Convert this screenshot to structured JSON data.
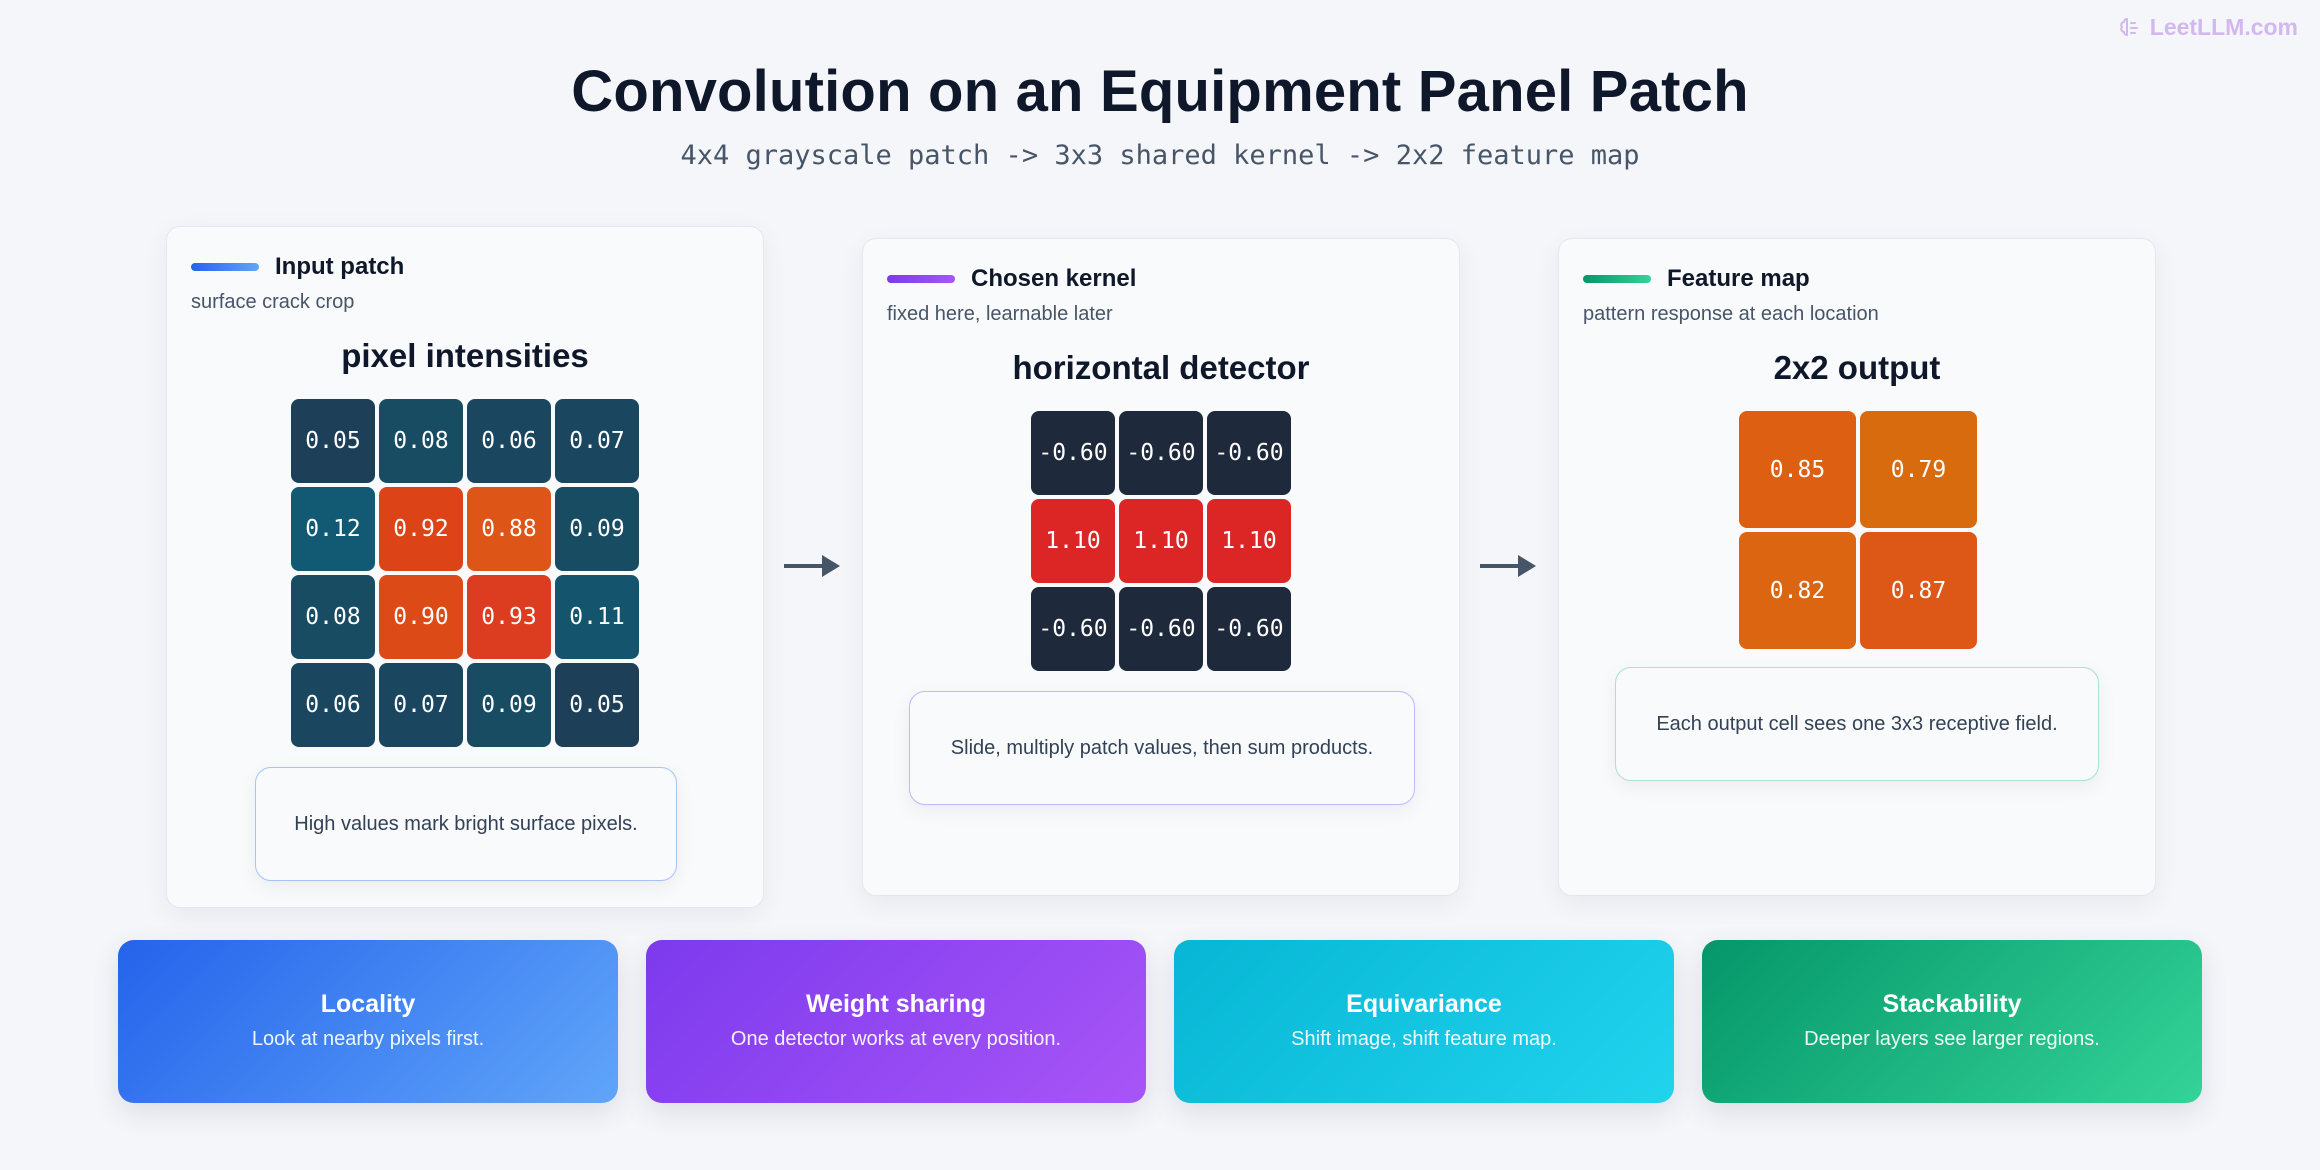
{
  "brand": "LeetLLM.com",
  "title": "Convolution on an Equipment Panel Patch",
  "subtitle": "4x4 grayscale patch -> 3x3 shared kernel -> 2x2 feature map",
  "panels": [
    {
      "title": "Input patch",
      "subtitle": "surface crack crop",
      "grid_title": "pixel intensities",
      "note": "High values mark bright surface pixels.",
      "accent": "#3b82f6",
      "note_border": "#a5c3f5",
      "cells": [
        {
          "value": "0.05",
          "color": "#1d3f57"
        },
        {
          "value": "0.08",
          "color": "#174c63"
        },
        {
          "value": "0.06",
          "color": "#1a4660"
        },
        {
          "value": "0.07",
          "color": "#1a4660"
        },
        {
          "value": "0.12",
          "color": "#125a74"
        },
        {
          "value": "0.92",
          "color": "#dc4418"
        },
        {
          "value": "0.88",
          "color": "#dd5618"
        },
        {
          "value": "0.09",
          "color": "#174c63"
        },
        {
          "value": "0.08",
          "color": "#174c63"
        },
        {
          "value": "0.90",
          "color": "#dc4a18"
        },
        {
          "value": "0.93",
          "color": "#dc3c1f"
        },
        {
          "value": "0.11",
          "color": "#14546d"
        },
        {
          "value": "0.06",
          "color": "#1a4660"
        },
        {
          "value": "0.07",
          "color": "#1a4660"
        },
        {
          "value": "0.09",
          "color": "#174c63"
        },
        {
          "value": "0.05",
          "color": "#1d3f57"
        }
      ]
    },
    {
      "title": "Chosen kernel",
      "subtitle": "fixed here, learnable later",
      "grid_title": "horizontal detector",
      "note": "Slide, multiply patch values, then sum products.",
      "accent": "#9333ea",
      "note_border": "#c4b5fd",
      "cells": [
        {
          "value": "-0.60",
          "color": "#1e293b"
        },
        {
          "value": "-0.60",
          "color": "#1e293b"
        },
        {
          "value": "-0.60",
          "color": "#1e293b"
        },
        {
          "value": "1.10",
          "color": "#dc2626"
        },
        {
          "value": "1.10",
          "color": "#dc2626"
        },
        {
          "value": "1.10",
          "color": "#dc2626"
        },
        {
          "value": "-0.60",
          "color": "#1e293b"
        },
        {
          "value": "-0.60",
          "color": "#1e293b"
        },
        {
          "value": "-0.60",
          "color": "#1e293b"
        }
      ]
    },
    {
      "title": "Feature map",
      "subtitle": "pattern response at each location",
      "grid_title": "2x2 output",
      "note": "Each output cell sees one 3x3 receptive field.",
      "accent": "#10b981",
      "note_border": "#a7e3cd",
      "cells": [
        {
          "value": "0.85",
          "color": "#dd5f12"
        },
        {
          "value": "0.79",
          "color": "#d96b0f"
        },
        {
          "value": "0.82",
          "color": "#dc6512"
        },
        {
          "value": "0.87",
          "color": "#dd5816"
        }
      ]
    }
  ],
  "cards": [
    {
      "title": "Locality",
      "desc": "Look at nearby pixels first.",
      "from": "#2563eb",
      "to": "#60a5fa"
    },
    {
      "title": "Weight sharing",
      "desc": "One detector works at every position.",
      "from": "#7c3aed",
      "to": "#a855f7"
    },
    {
      "title": "Equivariance",
      "desc": "Shift image, shift feature map.",
      "from": "#06b6d4",
      "to": "#22d3ee"
    },
    {
      "title": "Stackability",
      "desc": "Deeper layers see larger regions.",
      "from": "#059669",
      "to": "#34d399"
    }
  ]
}
